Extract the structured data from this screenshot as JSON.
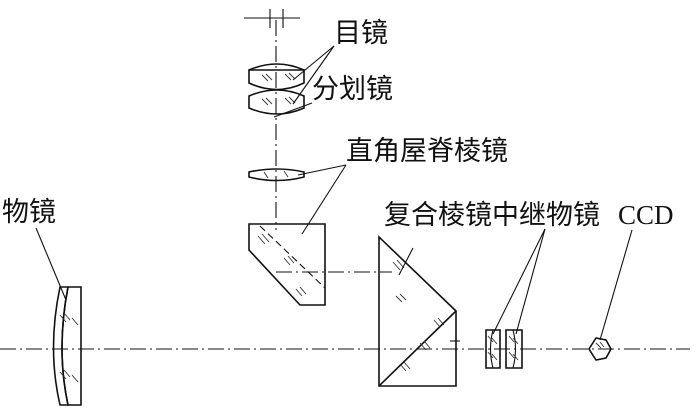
{
  "labels": {
    "eyepiece": "目镜",
    "reticle": "分划镜",
    "roof_prism": "直角屋脊棱镜",
    "objective": "物镜",
    "compound_prism": "复合棱镜",
    "relay_objective": "中继物镜",
    "ccd": "CCD"
  }
}
